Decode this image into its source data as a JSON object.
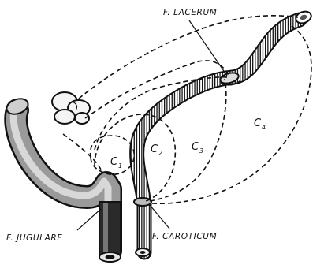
{
  "labels": {
    "lacerum": "F. LACERUM",
    "jugulare": "F. JUGULARE",
    "caroticum": "F. CAROTICUM"
  },
  "zones": [
    {
      "letter": "C",
      "sub": "1"
    },
    {
      "letter": "C",
      "sub": "2"
    },
    {
      "letter": "C",
      "sub": "3"
    },
    {
      "letter": "C",
      "sub": "4"
    }
  ]
}
